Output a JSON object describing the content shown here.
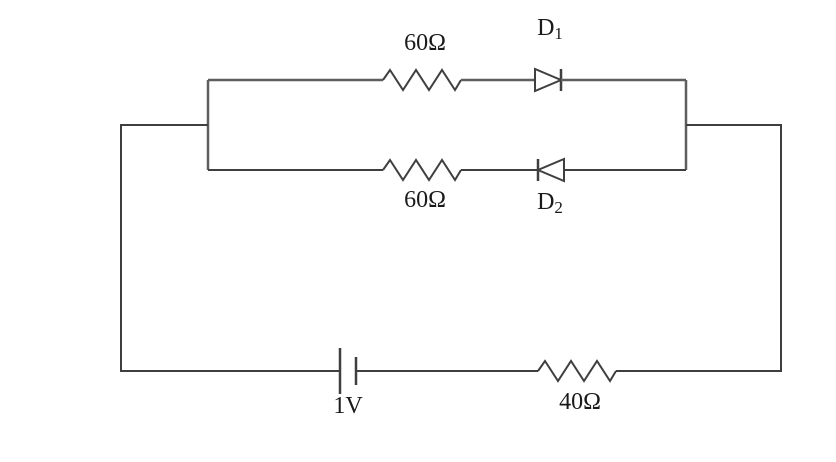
{
  "circuit": {
    "top_branch": {
      "resistor": "60Ω",
      "diode_base": "D",
      "diode_sub": "1"
    },
    "middle_branch": {
      "resistor": "60Ω",
      "diode_base": "D",
      "diode_sub": "2"
    },
    "bottom_branch": {
      "battery": "1V",
      "resistor": "40Ω"
    }
  },
  "colors": {
    "wire": "#3f3f3f",
    "wire_light": "#5e5e5e",
    "background": "#ffffff"
  }
}
